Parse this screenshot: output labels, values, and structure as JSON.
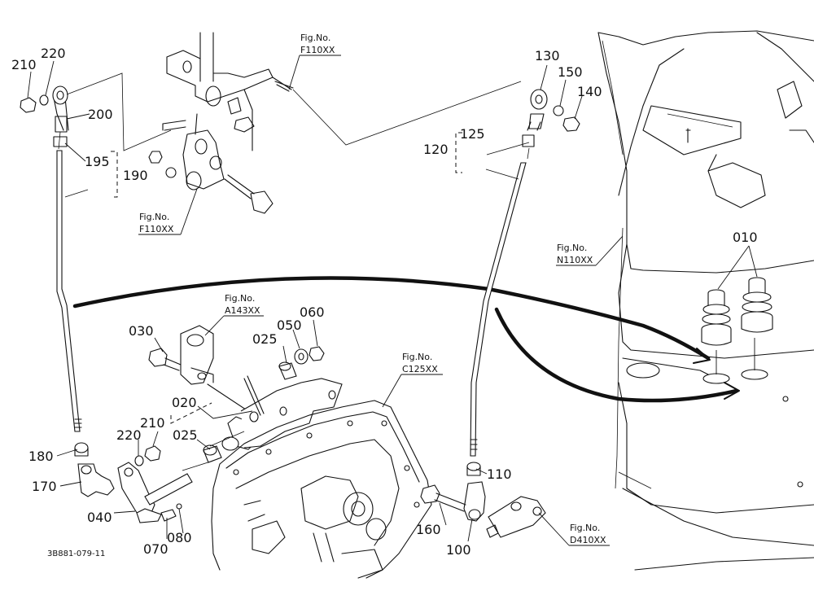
{
  "callouts": {
    "p010": "010",
    "p020": "020",
    "p025a": "025",
    "p025b": "025",
    "p030": "030",
    "p040": "040",
    "p050": "050",
    "p060": "060",
    "p070": "070",
    "p080": "080",
    "p100": "100",
    "p110": "110",
    "p120": "120",
    "p125": "125",
    "p130": "130",
    "p140": "140",
    "p150": "150",
    "p160": "160",
    "p170": "170",
    "p180": "180",
    "p190": "190",
    "p195": "195",
    "p200": "200",
    "p210a": "210",
    "p210b": "210",
    "p220a": "220",
    "p220b": "220"
  },
  "refs": [
    {
      "id": "ref-f110xx-top",
      "prefix": "Fig.No.",
      "code": "F110XX"
    },
    {
      "id": "ref-f110xx-left",
      "prefix": "Fig.No.",
      "code": "F110XX"
    },
    {
      "id": "ref-a143xx",
      "prefix": "Fig.No.",
      "code": "A143XX"
    },
    {
      "id": "ref-c125xx",
      "prefix": "Fig.No.",
      "code": "C125XX"
    },
    {
      "id": "ref-n110xx",
      "prefix": "Fig.No.",
      "code": "N110XX"
    },
    {
      "id": "ref-d410xx",
      "prefix": "Fig.No.",
      "code": "D410XX"
    }
  ],
  "drawing_number": "3B881-079-11"
}
